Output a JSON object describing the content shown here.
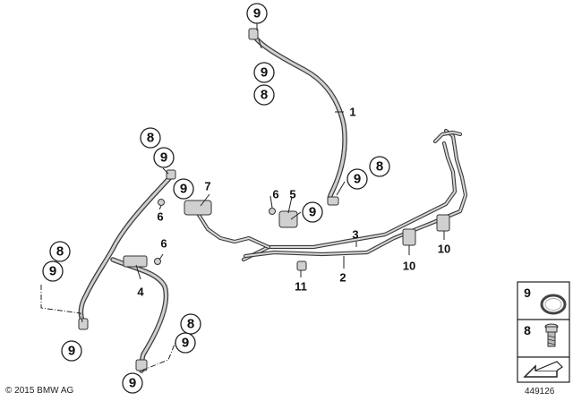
{
  "callouts": {
    "c1": "9",
    "c2": "9",
    "c3": "8",
    "c4": "9",
    "c5": "8",
    "c6": "8",
    "c7": "9",
    "c8": "9",
    "c9": "9",
    "c10": "8",
    "c11": "9",
    "c12": "9",
    "c13": "8",
    "c14": "9",
    "c15": "9"
  },
  "labels": {
    "l1": "1",
    "l2": "2",
    "l3": "3",
    "l4": "4",
    "l5": "5",
    "l6a": "6",
    "l6b": "6",
    "l6c": "6",
    "l7": "7",
    "l10a": "10",
    "l10b": "10",
    "l11": "11"
  },
  "legend": {
    "item_9": "9",
    "item_8": "8"
  },
  "footer": {
    "copyright": "© 2015 BMW AG",
    "doc_number": "449126"
  }
}
